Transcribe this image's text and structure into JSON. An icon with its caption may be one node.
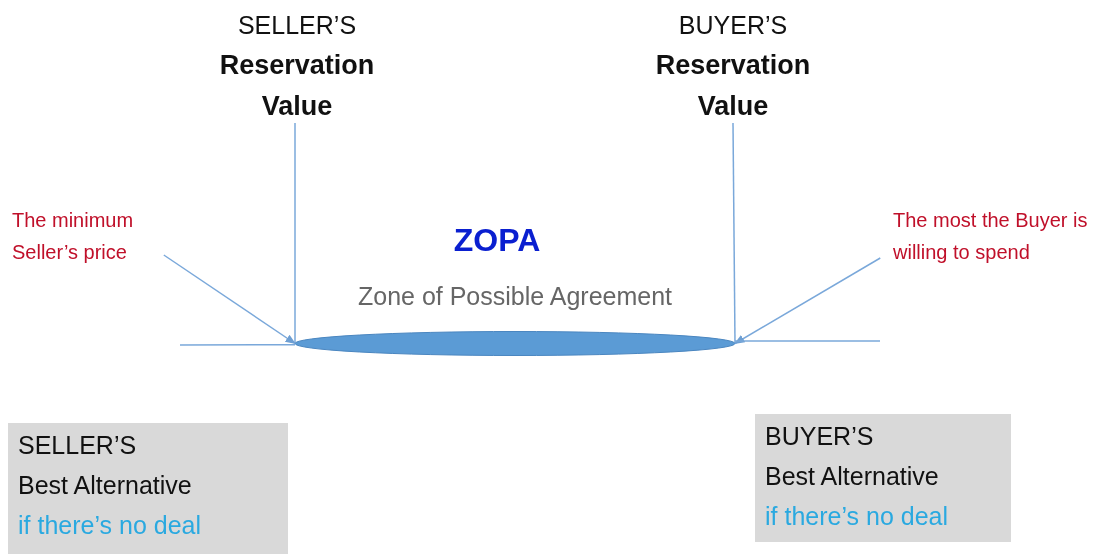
{
  "diagram": {
    "nodes": [
      {
        "text": [
          "SELLER’S",
          "Reservation Value"
        ]
      },
      {
        "text": [
          "BUYER’S",
          "Reservation Value"
        ]
      },
      {
        "text": [
          "The minimum Seller’s price"
        ]
      },
      {
        "text": [
          "The most the Buyer is willing to spend"
        ]
      },
      {
        "text": [],
        "shape": "ellipse"
      },
      {
        "text": [
          "SELLER’S",
          "Best Alternative",
          "if there’s no deal"
        ]
      },
      {
        "text": [
          "BUYER’S",
          "Best Alternative",
          "if there’s no deal"
        ]
      }
    ],
    "edges": [
      {
        "from": 0,
        "to": 4,
        "arrow": "none"
      },
      {
        "from": 1,
        "to": 4,
        "arrow": "none"
      },
      {
        "from": 2,
        "to": 4,
        "arrow": "to"
      },
      {
        "from": 3,
        "to": 4,
        "arrow": "to"
      },
      {
        "from": null,
        "to": 4,
        "arrow": "none"
      },
      {
        "from": 4,
        "to": null,
        "arrow": "none"
      }
    ],
    "labels": [
      "ZOPA",
      "Zone of Possible Agreement"
    ]
  }
}
